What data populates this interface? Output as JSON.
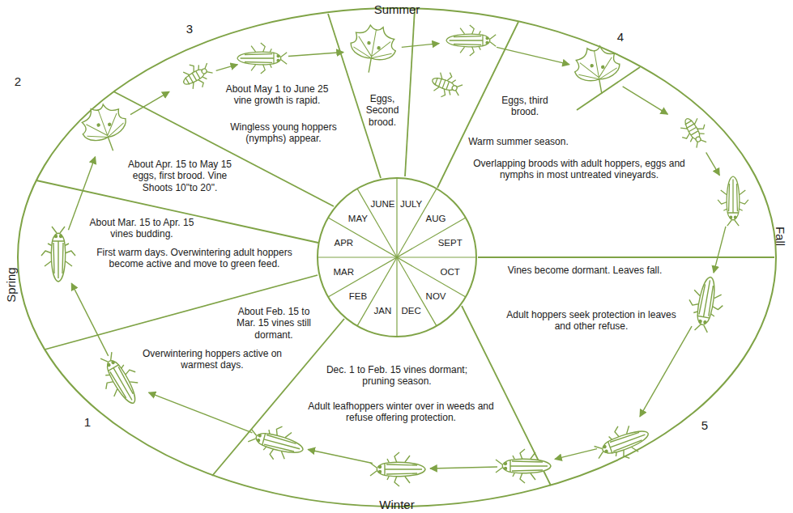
{
  "diagram": {
    "nodes": [
      {
        "text": [
          "About Feb. 15 to Mar. 15 vines still dormant.",
          "Overwintering hoppers active on warmest days."
        ]
      },
      {
        "text": [
          "About Mar. 15 to Apr. 15 vines budding.",
          "First warm days. Overwintering adult hoppers become active and move to green feed."
        ]
      },
      {
        "text": [
          "About Apr. 15 to May 15 eggs, first brood. Vine Shoots 10\"to 20\"."
        ]
      },
      {
        "text": [
          "About May 1 to June 25 vine growth is rapid.",
          "Wingless young hoppers (nymphs) appear."
        ]
      },
      {
        "text": [
          "Eggs, Second brood."
        ]
      },
      {
        "text": [
          "Eggs, third brood.",
          "Warm summer season.",
          "Overlapping broods with adult hoppers, eggs and nymphs in most untreated vineyards."
        ]
      },
      {
        "text": [
          "Vines become dormant. Leaves fall.",
          "Adult hoppers seek protection in leaves and other refuse."
        ]
      },
      {
        "text": [
          "Dec. 1 to Feb. 15 vines dormant; pruning season.",
          "Adult leafhoppers winter over in weeds and refuse offering protection."
        ]
      }
    ],
    "labels": [
      "Summer",
      "Fall",
      "Winter",
      "Spring",
      "1",
      "2",
      "3",
      "4",
      "5",
      "JAN",
      "FEB",
      "MAR",
      "APR",
      "MAY",
      "JUNE",
      "JULY",
      "AUG",
      "SEPT",
      "OCT",
      "NOV",
      "DEC"
    ]
  }
}
